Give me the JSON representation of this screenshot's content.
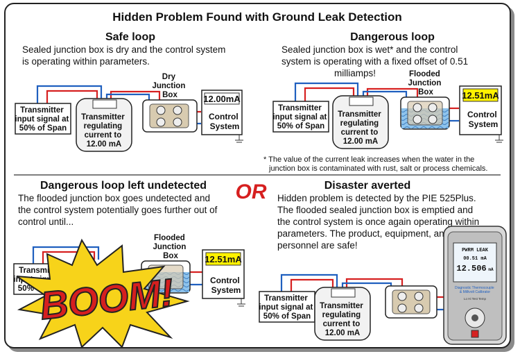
{
  "title": "Hidden Problem Found with Ground Leak Detection",
  "panels": {
    "safe": {
      "heading": "Safe loop",
      "desc": [
        "Sealed junction box is dry and the control system",
        "is operating within parameters."
      ],
      "junction_label": [
        "Dry",
        "Junction",
        "Box"
      ],
      "reading": "12.00mA"
    },
    "dangerous": {
      "heading": "Dangerous loop",
      "desc": [
        "Sealed junction box is wet* and the control",
        "system is operating with a fixed offset of 0.51",
        "milliamps!"
      ],
      "junction_label": [
        "Flooded",
        "Junction",
        "Box"
      ],
      "reading": "12.51mA"
    },
    "undetected": {
      "heading": "Dangerous loop left undetected",
      "desc": [
        "The flooded junction box goes undetected and",
        "the control system potentially goes further out of",
        "control until..."
      ],
      "junction_label": [
        "Flooded",
        "Junction",
        "Box"
      ],
      "reading": "12.51mA",
      "exclamation": "BOOM!"
    },
    "averted": {
      "heading": "Disaster averted",
      "desc": [
        "Hidden problem is detected by the PIE 525Plus.",
        "The flooded sealed junction box is emptied and",
        "the control system is once again operating within",
        "parameters. The product, equipment, and",
        "personnel are safe!"
      ]
    }
  },
  "footnote": [
    "* The value of the current leak increases when the water in the",
    "junction box is contaminated with rust, salt or process chemicals."
  ],
  "or_label": "OR",
  "common": {
    "transmitter_input": [
      "Transmitter",
      "input signal at",
      "50% of Span"
    ],
    "transmitter_reg": [
      "Transmitter",
      "regulating",
      "current to",
      "12.00 mA"
    ],
    "control_system": [
      "Control",
      "System"
    ],
    "plus": "+",
    "minus": "-"
  },
  "device": {
    "header": "PWRM LEAK",
    "line1": "00.51 mA",
    "line2": "12.506",
    "line2_unit": "mA",
    "subtitle": [
      "Diagnostic Thermocouple",
      "& Millivolt Calibrator"
    ],
    "footer": "Lo    Hi    Test    Temp"
  },
  "colors": {
    "wire_red": "#d62020",
    "wire_blue": "#1f5fbf",
    "water": "#8ec3ec",
    "reading_safe": "#ffffff",
    "reading_bad": "#fff200",
    "boom_fill": "#f7d31a"
  }
}
